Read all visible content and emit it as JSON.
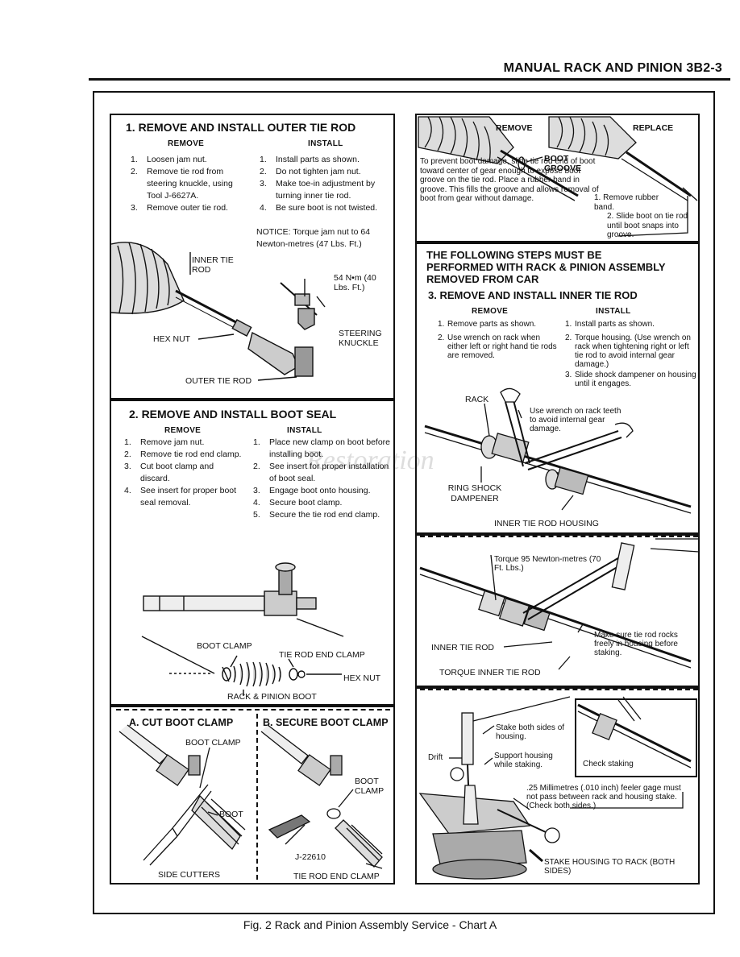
{
  "header": {
    "title": "MANUAL RACK AND PINION 3B2-3"
  },
  "caption": "Fig. 2 Rack and Pinion Assembly Service - Chart A",
  "watermark": "Restoration",
  "s1": {
    "title": "1. REMOVE AND INSTALL OUTER TIE ROD",
    "remove_head": "REMOVE",
    "install_head": "INSTALL",
    "remove": [
      {
        "n": "1.",
        "t": "Loosen jam nut."
      },
      {
        "n": "2.",
        "t": "Remove tie rod from steering knuckle, using Tool J-6627A."
      },
      {
        "n": "3.",
        "t": "Remove outer tie rod."
      }
    ],
    "install": [
      {
        "n": "1.",
        "t": "Install parts as shown."
      },
      {
        "n": "2.",
        "t": "Do not tighten jam nut."
      },
      {
        "n": "3.",
        "t": "Make toe-in adjustment by turning inner tie rod."
      },
      {
        "n": "4.",
        "t": "Be sure boot is not twisted."
      }
    ],
    "notice": "NOTICE: Torque jam nut to 64 Newton-metres (47 Lbs. Ft.)",
    "labels": {
      "inner_tie_rod": "INNER TIE ROD",
      "torque": "54 N•m (40 Lbs. Ft.)",
      "hex_nut": "HEX NUT",
      "steering_knuckle": "STEERING KNUCKLE",
      "outer_tie_rod": "OUTER TIE ROD"
    }
  },
  "s2": {
    "title": "2. REMOVE AND INSTALL BOOT SEAL",
    "remove_head": "REMOVE",
    "install_head": "INSTALL",
    "remove": [
      {
        "n": "1.",
        "t": "Remove jam nut."
      },
      {
        "n": "2.",
        "t": "Remove tie rod end clamp."
      },
      {
        "n": "3.",
        "t": "Cut boot clamp and discard."
      },
      {
        "n": "4.",
        "t": "See insert for proper boot seal removal."
      }
    ],
    "install": [
      {
        "n": "1.",
        "t": "Place new clamp on boot before installing boot."
      },
      {
        "n": "2.",
        "t": "See insert for proper installation of boot seal."
      },
      {
        "n": "3.",
        "t": "Engage boot onto housing."
      },
      {
        "n": "4.",
        "t": "Secure boot clamp."
      },
      {
        "n": "5.",
        "t": "Secure the tie rod end clamp."
      }
    ],
    "labels": {
      "boot_clamp": "BOOT CLAMP",
      "tie_rod_end_clamp": "TIE ROD END CLAMP",
      "hex_nut": "HEX NUT",
      "rack_pinion_boot": "RACK & PINION BOOT"
    }
  },
  "insertA": {
    "title": "A. CUT BOOT CLAMP",
    "boot_clamp": "BOOT CLAMP",
    "boot": "BOOT",
    "side_cutters": "SIDE CUTTERS"
  },
  "insertB": {
    "title": "B. SECURE BOOT CLAMP",
    "boot_clamp": "BOOT CLAMP",
    "tool": "J-22610",
    "tie_rod_end_clamp": "TIE ROD END CLAMP"
  },
  "boot": {
    "remove": "REMOVE",
    "replace": "REPLACE",
    "boot_groove": "BOOT GROOVE",
    "desc": "To prevent boot damage, slide tie rod end of boot toward center of gear enough to expose boot groove on the tie rod. Place a rubber band in groove. This fills the groove and allows removal of boot from gear without damage.",
    "step1": "1. Remove rubber band.",
    "step2": "2. Slide boot on tie rod until boot snaps into groove."
  },
  "s3": {
    "warning": "THE FOLLOWING STEPS MUST BE PERFORMED WITH RACK & PINION ASSEMBLY REMOVED FROM CAR",
    "title": "3. REMOVE AND INSTALL INNER TIE ROD",
    "remove_head": "REMOVE",
    "install_head": "INSTALL",
    "remove": [
      {
        "n": "1.",
        "t": "Remove parts as shown."
      },
      {
        "n": "2.",
        "t": "Use wrench on rack when either left or right hand tie rods are removed."
      }
    ],
    "install": [
      {
        "n": "1.",
        "t": "Install parts as shown."
      },
      {
        "n": "2.",
        "t": "Torque housing. (Use wrench on rack when tightening right or left tie rod to avoid internal gear damage.)"
      },
      {
        "n": "3.",
        "t": "Slide shock dampener on housing until it engages."
      }
    ],
    "labels": {
      "rack": "RACK",
      "wrench_note": "Use wrench on rack teeth to avoid internal gear damage.",
      "ring_shock_dampener": "RING SHOCK DAMPENER",
      "inner_tie_rod_housing": "INNER TIE ROD HOUSING"
    }
  },
  "torque": {
    "note": "Torque 95 Newton-metres (70 Ft. Lbs.)",
    "inner_tie_rod": "INNER TIE ROD",
    "rocks_note": "Make sure tie rod rocks freely in housing before staking.",
    "torque_label": "TORQUE INNER TIE ROD"
  },
  "stake": {
    "stake_both": "Stake both sides of housing.",
    "drift": "Drift",
    "support": "Support housing while staking.",
    "check": "Check staking",
    "feeler": ".25 Millimetres (.010 inch) feeler gage must not pass between rack and housing stake. (Check both sides.)",
    "stake_label": "STAKE HOUSING TO RACK (BOTH SIDES)"
  }
}
